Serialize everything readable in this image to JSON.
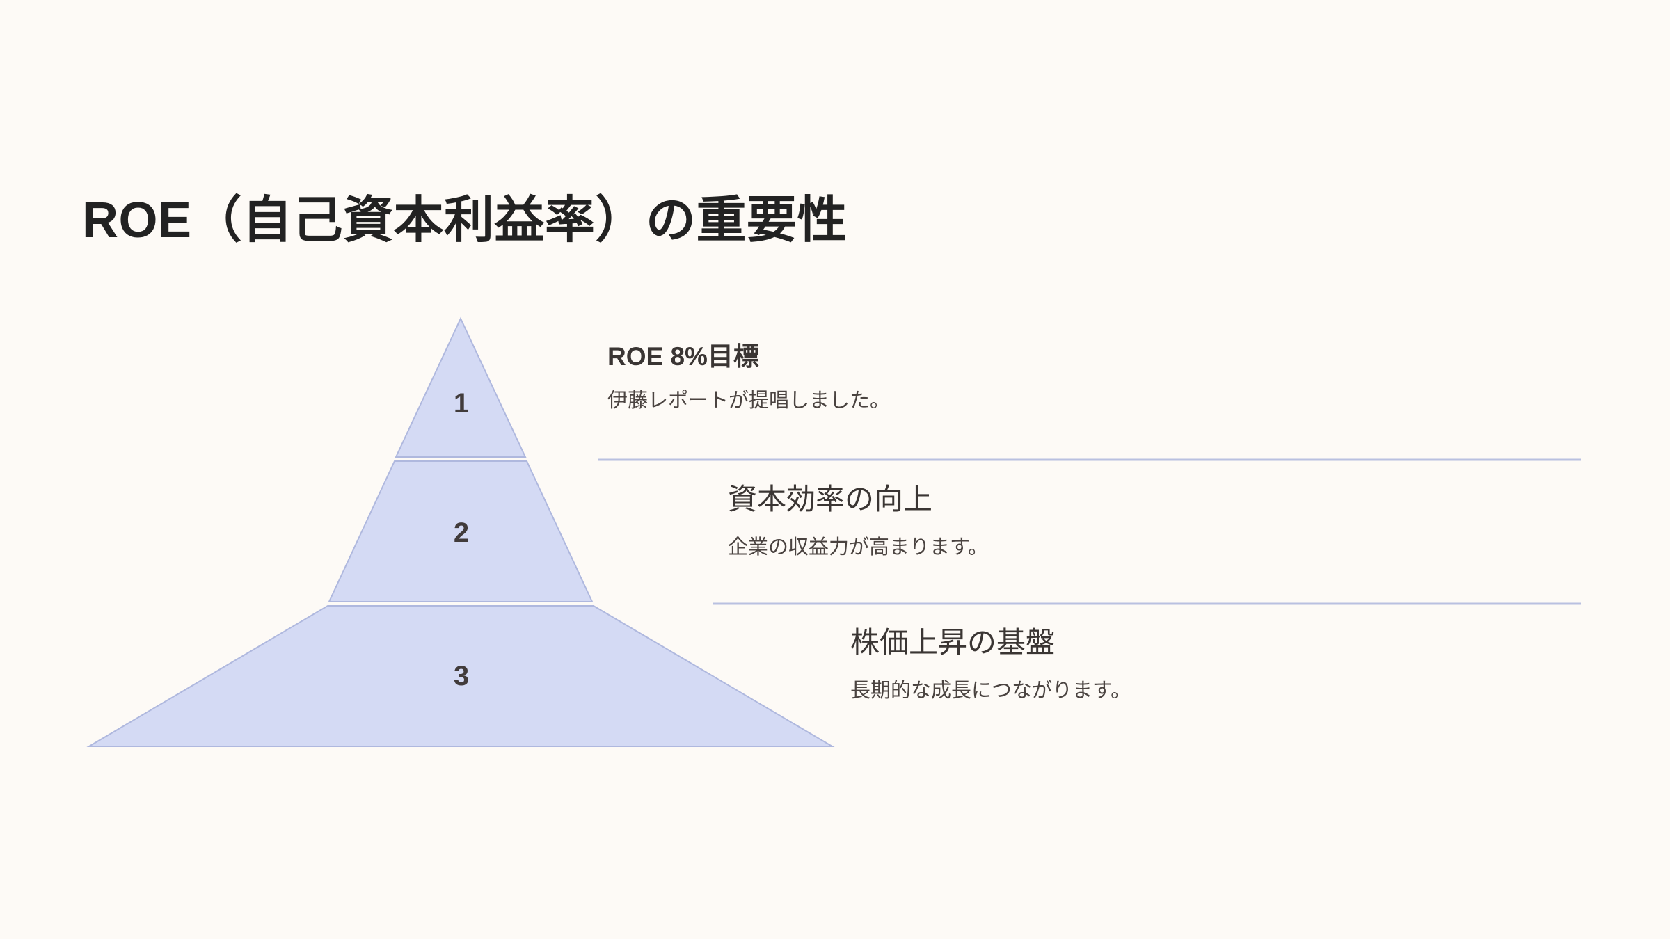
{
  "slide": {
    "title": "ROE（自己資本利益率）の重要性",
    "background_color": "#FDFAF6"
  },
  "diagram": {
    "type": "pyramid",
    "band_fill_color": "#D4DAF4",
    "band_stroke_color": "#AFB8DE",
    "divider_color": "#B9C0E0",
    "number_color": "#413B3B",
    "tiers": [
      {
        "number": "1",
        "heading": "ROE 8%目標",
        "description": "伊藤レポートが提唱しました。"
      },
      {
        "number": "2",
        "heading": "資本効率の向上",
        "description": "企業の収益力が高まります。"
      },
      {
        "number": "3",
        "heading": "株価上昇の基盤",
        "description": "長期的な成長につながります。"
      }
    ]
  }
}
